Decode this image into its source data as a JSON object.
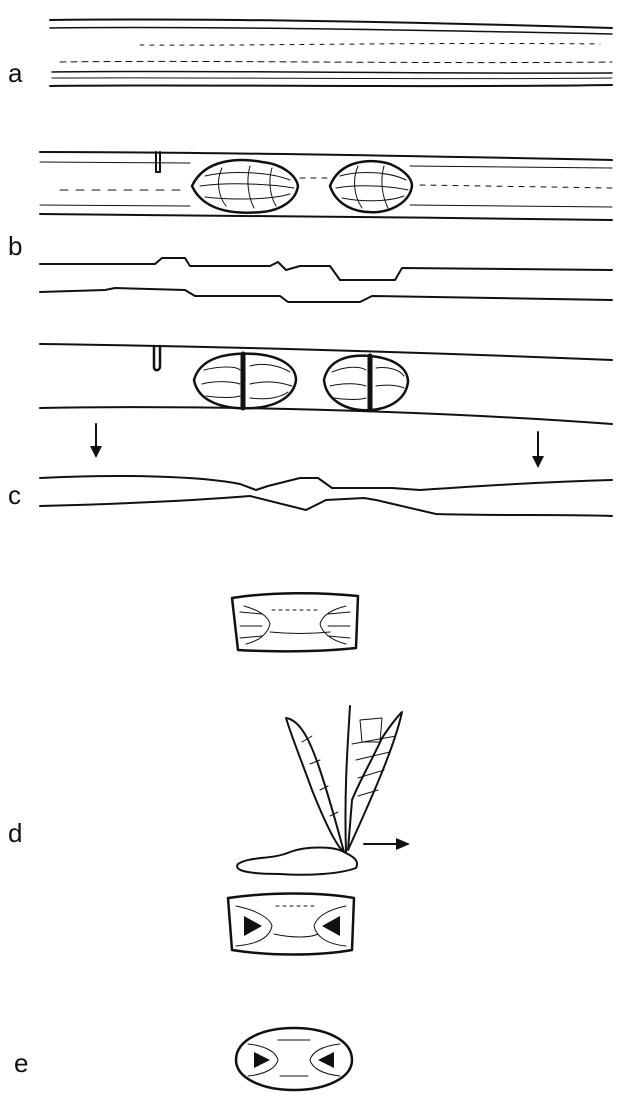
{
  "panels": [
    {
      "label": "a"
    },
    {
      "label": "b"
    },
    {
      "label": "c"
    },
    {
      "label": "d"
    },
    {
      "label": "e"
    }
  ],
  "colors": {
    "ink": "#111111",
    "paper": "#ffffff",
    "shade": "#d8d8d8"
  },
  "icons": [
    "arrow-down-icon",
    "arrow-right-icon"
  ]
}
